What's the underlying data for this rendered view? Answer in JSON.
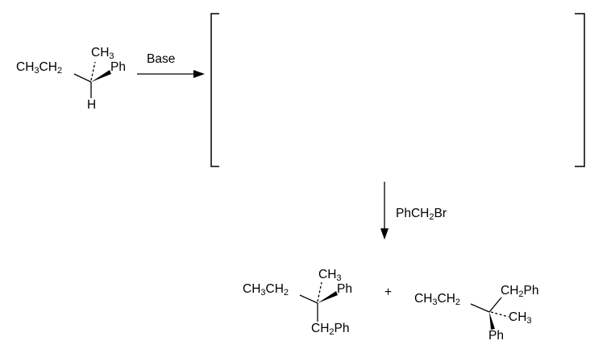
{
  "scheme": {
    "reactant": {
      "ethyl": [
        "CH",
        "3",
        "CH",
        "2"
      ],
      "methyl": [
        "CH",
        "3"
      ],
      "phenyl": "Ph",
      "hydrogen": "H"
    },
    "step1": {
      "reagent": "Base",
      "arrow": "right"
    },
    "intermediate_bracket": {
      "content": ""
    },
    "step2": {
      "reagent": [
        "PhCH",
        "2",
        "Br"
      ],
      "arrow": "down"
    },
    "product1": {
      "ethyl": [
        "CH",
        "3",
        "CH",
        "2"
      ],
      "methyl": [
        "CH",
        "3"
      ],
      "phenyl": "Ph",
      "benzyl": [
        "CH",
        "2",
        "Ph"
      ]
    },
    "plus": "+",
    "product2": {
      "ethyl": [
        "CH",
        "3",
        "CH",
        "2"
      ],
      "benzyl": [
        "CH",
        "2",
        "Ph"
      ],
      "methyl": [
        "CH",
        "3"
      ],
      "phenyl": "Ph"
    }
  }
}
